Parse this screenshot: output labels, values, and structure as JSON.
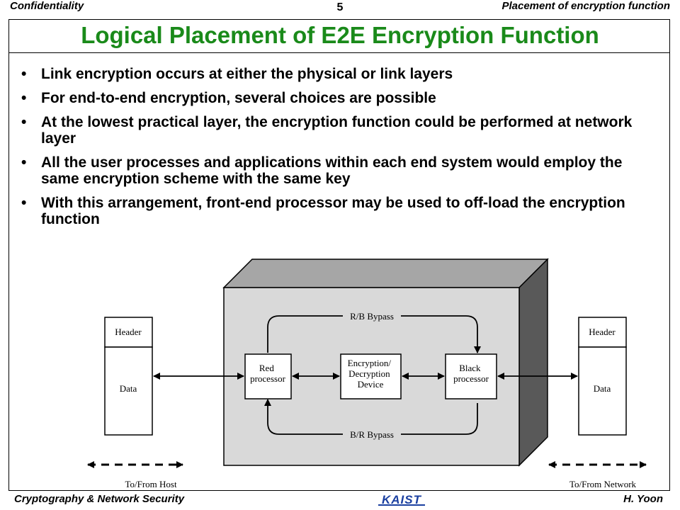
{
  "header": {
    "left": "Confidentiality",
    "page_number": "5",
    "right": "Placement of encryption function"
  },
  "title": "Logical Placement of E2E Encryption Function",
  "bullets": [
    "Link encryption occurs at either the physical or link layers",
    "For end-to-end encryption, several choices are possible",
    "At the lowest practical layer, the  encryption function could be performed at network layer",
    "All the user processes and applications within each end system would employ the same encryption scheme with the same key",
    "With this arrangement, front-end processor may be used to off-load the encryption function"
  ],
  "bullet_symbol": "•",
  "diagram": {
    "rb_bypass": "R/B Bypass",
    "br_bypass": "B/R Bypass",
    "red_processor": [
      "Red",
      "processor"
    ],
    "encryption_device": [
      "Encryption/",
      "Decryption",
      "Device"
    ],
    "black_processor": [
      "Black",
      "processor"
    ],
    "left_header": "Header",
    "left_data": "Data",
    "right_header": "Header",
    "right_data": "Data",
    "to_from_host": "To/From Host",
    "to_from_network": "To/From Network"
  },
  "footer": {
    "left": "Cryptography & Network Security",
    "logo_text": "KAIST",
    "right": "H. Yoon"
  },
  "colors": {
    "title": "#1a8a1a",
    "box_front": "#d9d9d9",
    "box_top": "#a6a6a6",
    "box_side": "#595959",
    "logo": "#1a3fa0"
  }
}
